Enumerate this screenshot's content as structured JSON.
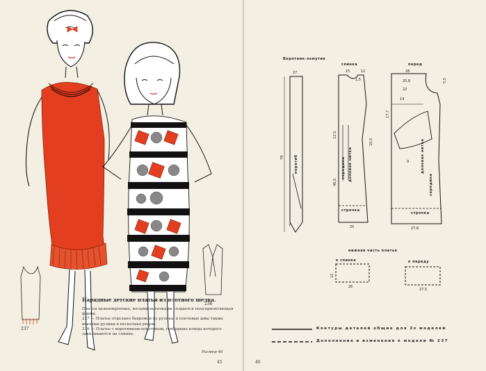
{
  "caption": {
    "title": "Нарядные детские платья из плотного шелка.",
    "body": [
      "Платья цельнокроеные, косыми вытачками создается полуприлегающая форма.",
      "237 — Платье отделано бахромой из рулика, в плечевые швы также втачены рулики в несколько рядов.",
      "236 — Платье с воротником-хомутиком, свободные концы которого завязываются на спинке."
    ],
    "size": "Размер 46"
  },
  "page_numbers": {
    "left": "45",
    "right": "46"
  },
  "model_numbers": {
    "m237": "237",
    "m236": "236"
  },
  "pattern": {
    "labels": {
      "collar": "Воротник-хомутик",
      "back": "спинка",
      "front": "перед",
      "lower": "нижняя часть платья",
      "to_back": "к спинке",
      "to_front": "к переду",
      "stitch": "строчка",
      "grain": "долевая нитка",
      "middle": "середина",
      "grain_short": "перегиб"
    },
    "legend": [
      {
        "text": "Контуры деталей общие для 2х моделей",
        "style": "solid"
      },
      {
        "text": "Дополнения и изменения к модели № 237",
        "style": "dashed"
      }
    ],
    "dims": {
      "collar_top": "27",
      "collar_side": "79",
      "collar_bottom": "7",
      "back_top": "15",
      "back_a": "12",
      "back_b": "1,5",
      "back_c": "12,5",
      "back_d": "46,5",
      "back_e": "25",
      "back_f": "16,5",
      "front_a": "28",
      "front_b": "20,8",
      "front_c": "22",
      "front_d": "14",
      "front_e": "17,7",
      "front_f": "27,6",
      "front_g": "5,5",
      "front_h": "9",
      "lower_a": "26",
      "lower_b": "27,5",
      "lower_c": "12"
    }
  }
}
